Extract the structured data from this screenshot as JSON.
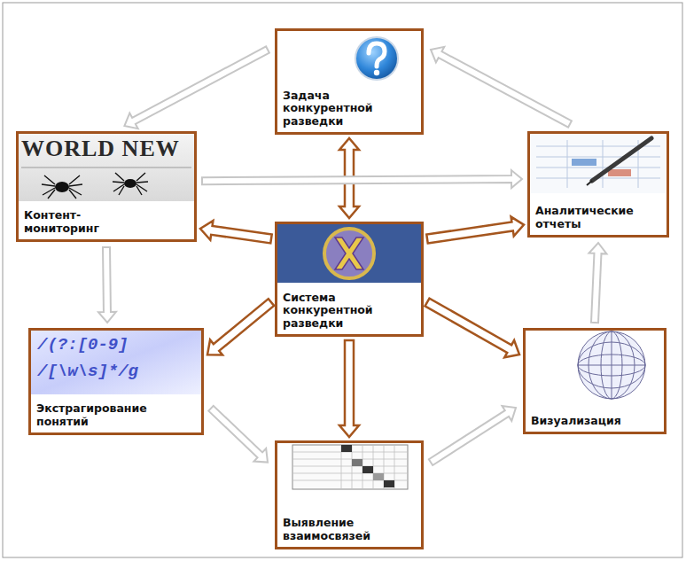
{
  "diagram": {
    "nodes": [
      {
        "text": [
          "Задача конкурентной разведки"
        ]
      },
      {
        "text": [
          "Контент-мониторинг"
        ]
      },
      {
        "text": [
          "Аналитические отчеты"
        ]
      },
      {
        "text": [
          "Система конкурентной разведки"
        ]
      },
      {
        "text": [
          "Экстрагирование понятий"
        ]
      },
      {
        "text": [
          "Визуализация"
        ]
      },
      {
        "text": [
          "Выявление взаимосвязей"
        ]
      }
    ],
    "edges": [
      {
        "from": 3,
        "to": 0,
        "arrow": "both"
      },
      {
        "from": 3,
        "to": 1,
        "arrow": "to"
      },
      {
        "from": 3,
        "to": 2,
        "arrow": "to"
      },
      {
        "from": 3,
        "to": 4,
        "arrow": "to"
      },
      {
        "from": 3,
        "to": 5,
        "arrow": "to"
      },
      {
        "from": 3,
        "to": 6,
        "arrow": "to"
      },
      {
        "from": 0,
        "to": 1,
        "arrow": "to"
      },
      {
        "from": 1,
        "to": 2,
        "arrow": "to"
      },
      {
        "from": 1,
        "to": 4,
        "arrow": "to"
      },
      {
        "from": 4,
        "to": 6,
        "arrow": "to"
      },
      {
        "from": 6,
        "to": 5,
        "arrow": "to"
      },
      {
        "from": 5,
        "to": 2,
        "arrow": "to"
      },
      {
        "from": 2,
        "to": 0,
        "arrow": "to"
      }
    ],
    "labels": [
      "WORLD NEW",
      "/(?:[0-9]",
      "/[\\w\\s]*/g"
    ]
  }
}
